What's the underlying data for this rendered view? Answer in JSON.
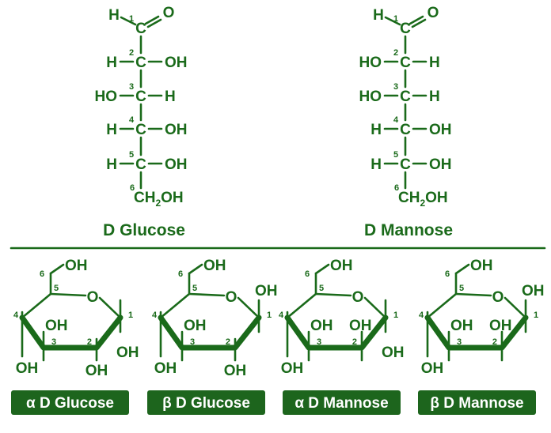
{
  "colors": {
    "primary": "#1a6a1a",
    "badge_bg": "#1d651d",
    "badge_text": "#ffffff",
    "background": "#ffffff"
  },
  "fischer": [
    {
      "name": "D Glucose",
      "top": {
        "left": "H",
        "right": "O"
      },
      "carbons": [
        {
          "num": "1"
        },
        {
          "num": "2",
          "left": "H",
          "right": "OH"
        },
        {
          "num": "3",
          "left": "HO",
          "right": "H"
        },
        {
          "num": "4",
          "left": "H",
          "right": "OH"
        },
        {
          "num": "5",
          "left": "H",
          "right": "OH"
        },
        {
          "num": "6"
        }
      ],
      "bottom": {
        "main": "CH",
        "sub": "2",
        "tail": "OH"
      }
    },
    {
      "name": "D Mannose",
      "top": {
        "left": "H",
        "right": "O"
      },
      "carbons": [
        {
          "num": "1"
        },
        {
          "num": "2",
          "left": "HO",
          "right": "H"
        },
        {
          "num": "3",
          "left": "HO",
          "right": "H"
        },
        {
          "num": "4",
          "left": "H",
          "right": "OH"
        },
        {
          "num": "5",
          "left": "H",
          "right": "OH"
        },
        {
          "num": "6"
        }
      ],
      "bottom": {
        "main": "CH",
        "sub": "2",
        "tail": "OH"
      }
    }
  ],
  "rings": [
    {
      "name": "α D Glucose",
      "ring_o": "O",
      "c6": "OH",
      "c1": "OH",
      "c1_pos": "down",
      "c2": "OH",
      "c2_pos": "down",
      "c3": "OH",
      "c4": "OH",
      "nums": [
        "1",
        "2",
        "3",
        "4",
        "5",
        "6"
      ]
    },
    {
      "name": "β D Glucose",
      "ring_o": "O",
      "c6": "OH",
      "c1": "OH",
      "c1_pos": "up",
      "c2": "OH",
      "c2_pos": "down",
      "c3": "OH",
      "c4": "OH",
      "nums": [
        "1",
        "2",
        "3",
        "4",
        "5",
        "6"
      ]
    },
    {
      "name": "α D Mannose",
      "ring_o": "O",
      "c6": "OH",
      "c1": "OH",
      "c1_pos": "down",
      "c2": "OH",
      "c2_pos": "up",
      "c3": "OH",
      "c4": "OH",
      "nums": [
        "1",
        "2",
        "3",
        "4",
        "5",
        "6"
      ]
    },
    {
      "name": "β D Mannose",
      "ring_o": "O",
      "c6": "OH",
      "c1": "OH",
      "c1_pos": "up",
      "c2": "OH",
      "c2_pos": "up",
      "c3": "OH",
      "c4": "OH",
      "nums": [
        "1",
        "2",
        "3",
        "4",
        "5",
        "6"
      ]
    }
  ]
}
